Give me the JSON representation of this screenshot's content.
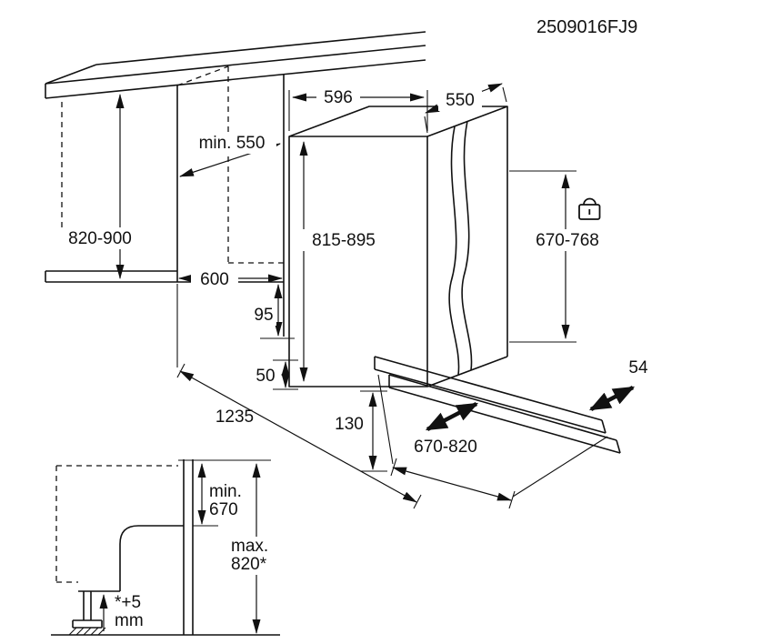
{
  "header": {
    "reference_code": "2509016FJ9"
  },
  "colors": {
    "line": "#111111",
    "background": "#ffffff"
  },
  "dimensions": {
    "niche_height": "820-900",
    "niche_depth": "min. 550",
    "niche_width": "600",
    "appliance_width": "596",
    "appliance_depth": "550",
    "appliance_height": "815-895",
    "door_panel_height": "670-768",
    "plinth_height": "95",
    "base_clearance": "50",
    "depth_door_open": "1235",
    "plinth_recess": "130",
    "door_panel_length": "670-820",
    "door_slide_travel": "54"
  },
  "inset": {
    "min_label": {
      "line1": "min.",
      "line2": "670"
    },
    "max_label": {
      "line1": "max.",
      "line2": "820*"
    },
    "adjust_note": {
      "line1": "*+5",
      "line2": "mm"
    }
  },
  "icons": {
    "lock": "padlock-icon"
  }
}
